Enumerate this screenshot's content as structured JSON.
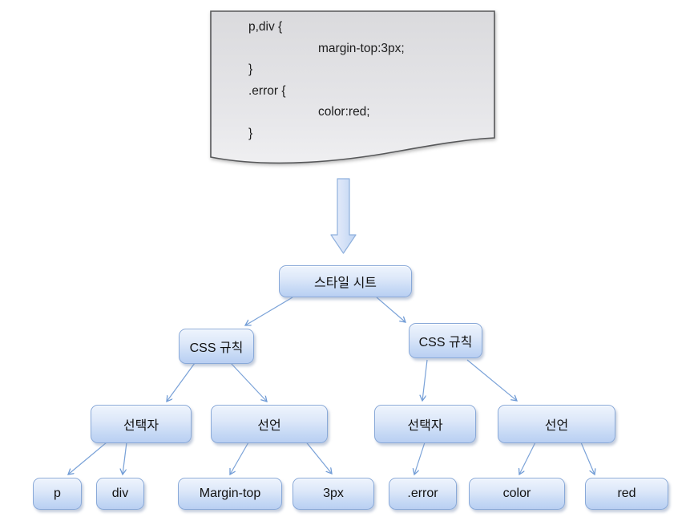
{
  "document": {
    "code_lines": [
      "p,div {",
      "\tmargin-top:3px;",
      "}",
      ".error {",
      "\tcolor:red;",
      "}"
    ]
  },
  "arrow": {
    "name": "down-block-arrow"
  },
  "tree": {
    "nodes": [
      {
        "id": "stylesheet",
        "label": "스타일 시트"
      },
      {
        "id": "css-rule-1",
        "label": "CSS 규칙"
      },
      {
        "id": "css-rule-2",
        "label": "CSS 규칙"
      },
      {
        "id": "selector-1",
        "label": "선택자"
      },
      {
        "id": "declaration-1",
        "label": "선언"
      },
      {
        "id": "selector-2",
        "label": "선택자"
      },
      {
        "id": "declaration-2",
        "label": "선언"
      },
      {
        "id": "p",
        "label": "p"
      },
      {
        "id": "div",
        "label": "div"
      },
      {
        "id": "margin-top",
        "label": "Margin-top"
      },
      {
        "id": "3px",
        "label": "3px"
      },
      {
        "id": "error",
        "label": ".error"
      },
      {
        "id": "color",
        "label": "color"
      },
      {
        "id": "red",
        "label": "red"
      }
    ],
    "edges": [
      {
        "from": "stylesheet",
        "to": "css-rule-1"
      },
      {
        "from": "stylesheet",
        "to": "css-rule-2"
      },
      {
        "from": "css-rule-1",
        "to": "selector-1"
      },
      {
        "from": "css-rule-1",
        "to": "declaration-1"
      },
      {
        "from": "css-rule-2",
        "to": "selector-2"
      },
      {
        "from": "css-rule-2",
        "to": "declaration-2"
      },
      {
        "from": "selector-1",
        "to": "p"
      },
      {
        "from": "selector-1",
        "to": "div"
      },
      {
        "from": "declaration-1",
        "to": "margin-top"
      },
      {
        "from": "declaration-1",
        "to": "3px"
      },
      {
        "from": "selector-2",
        "to": "error"
      },
      {
        "from": "declaration-2",
        "to": "color"
      },
      {
        "from": "declaration-2",
        "to": "red"
      }
    ]
  },
  "colors": {
    "node_border": "#89a9d8",
    "node_fill_top": "#eef4fd",
    "node_fill_bottom": "#b9cff2",
    "connector": "#7aa2d8",
    "arrow_fill_light": "#e9effb",
    "arrow_fill_dark": "#bed4f2",
    "arrow_border": "#8fb0dd",
    "document_fill_top": "#dadadd",
    "document_fill_bottom": "#efeff1",
    "document_border": "#57585a",
    "text": "#1c1c1c"
  }
}
